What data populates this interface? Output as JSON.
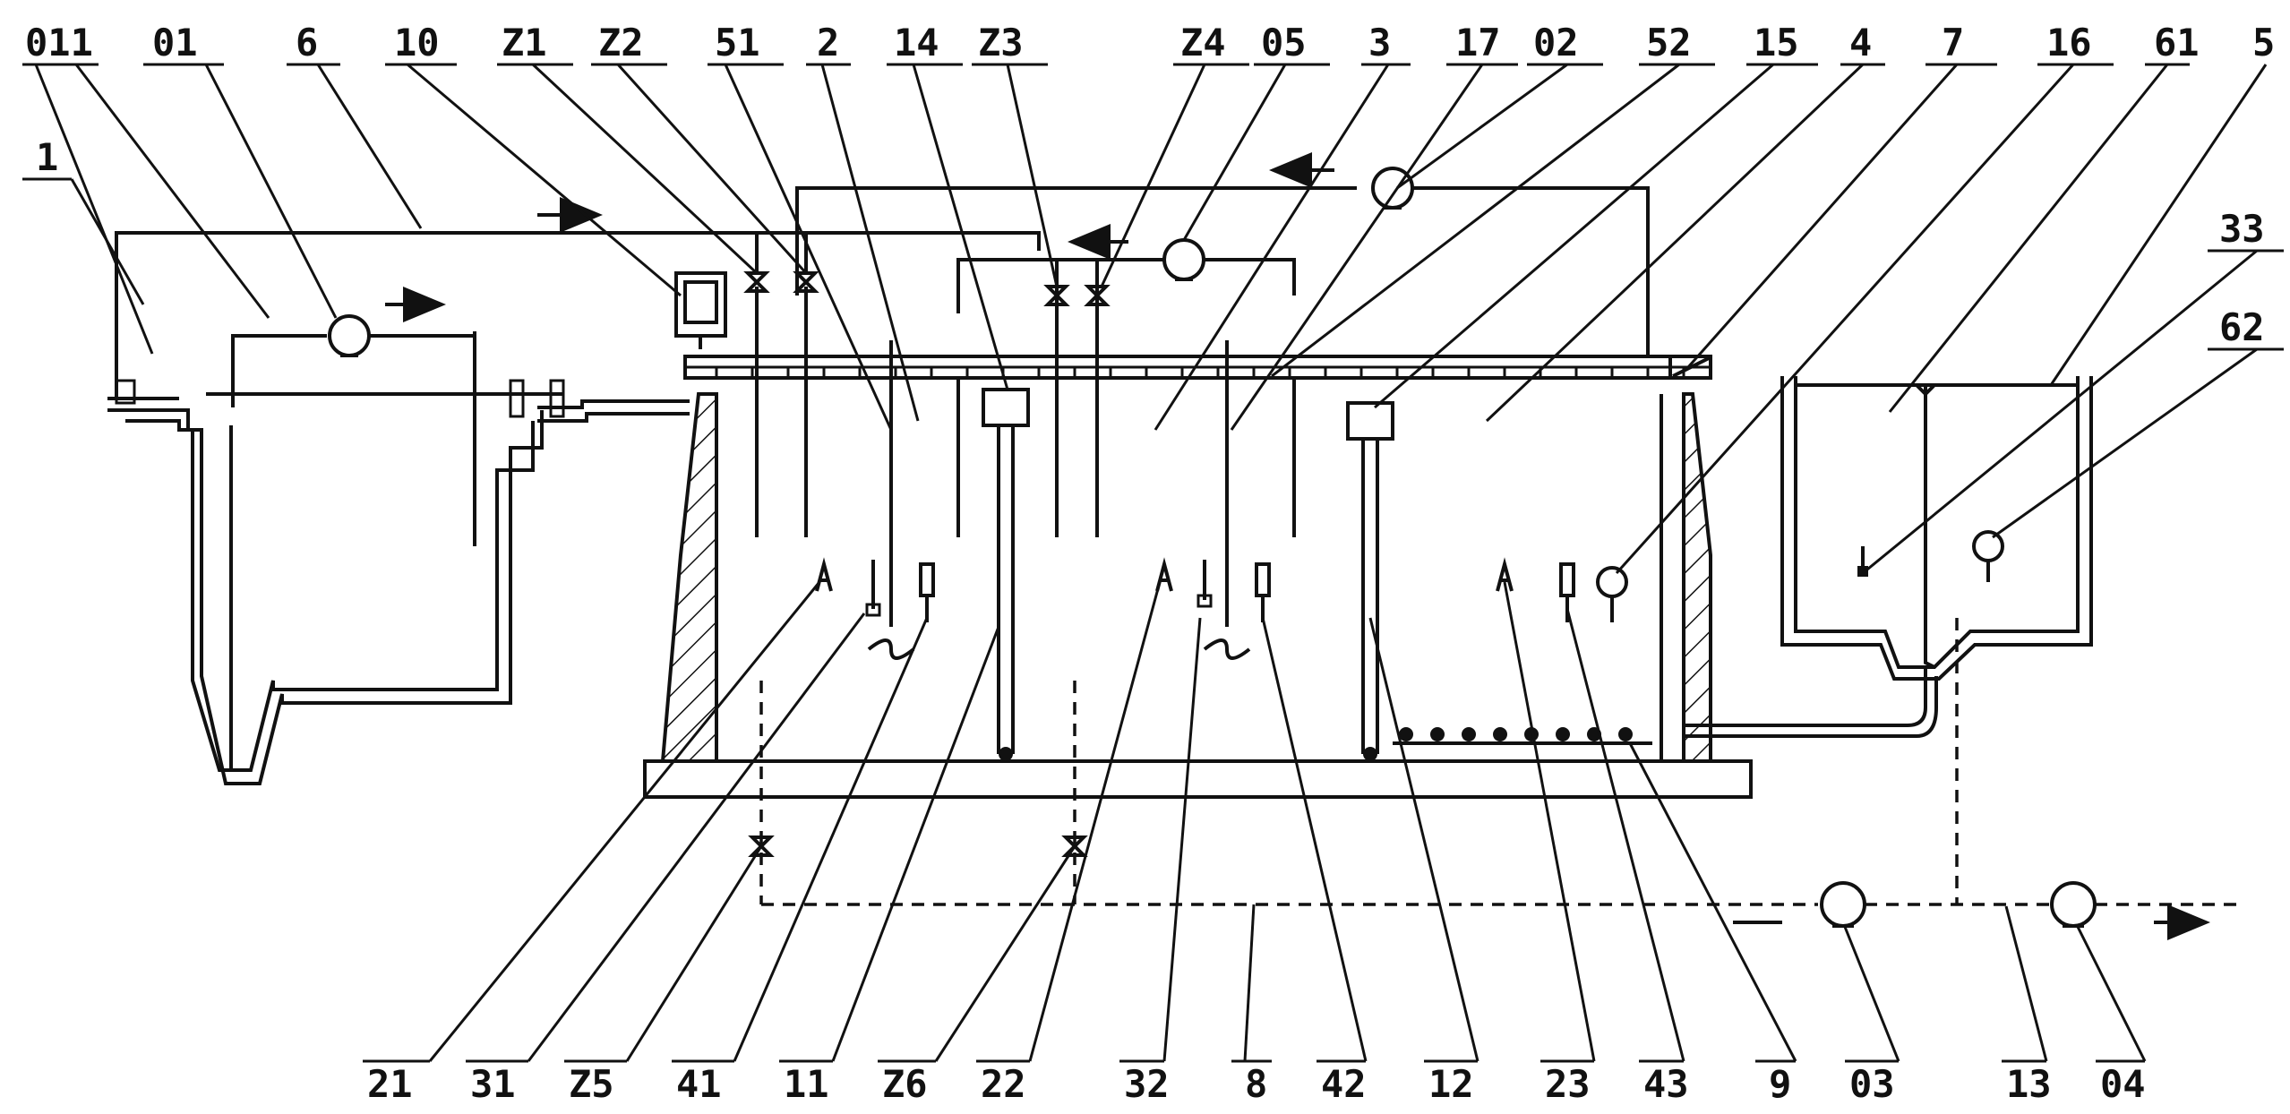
{
  "diagram": {
    "top_labels": [
      "011",
      "01",
      "6",
      "10",
      "Z1",
      "Z2",
      "51",
      "2",
      "14",
      "Z3",
      "Z4",
      "05",
      "3",
      "17",
      "02",
      "52",
      "15",
      "4",
      "7",
      "16",
      "61",
      "5",
      "33",
      "62",
      "1"
    ],
    "bottom_labels": [
      "21",
      "31",
      "Z5",
      "41",
      "11",
      "Z6",
      "22",
      "32",
      "8",
      "42",
      "12",
      "23",
      "43",
      "9",
      "03",
      "13",
      "04"
    ]
  }
}
